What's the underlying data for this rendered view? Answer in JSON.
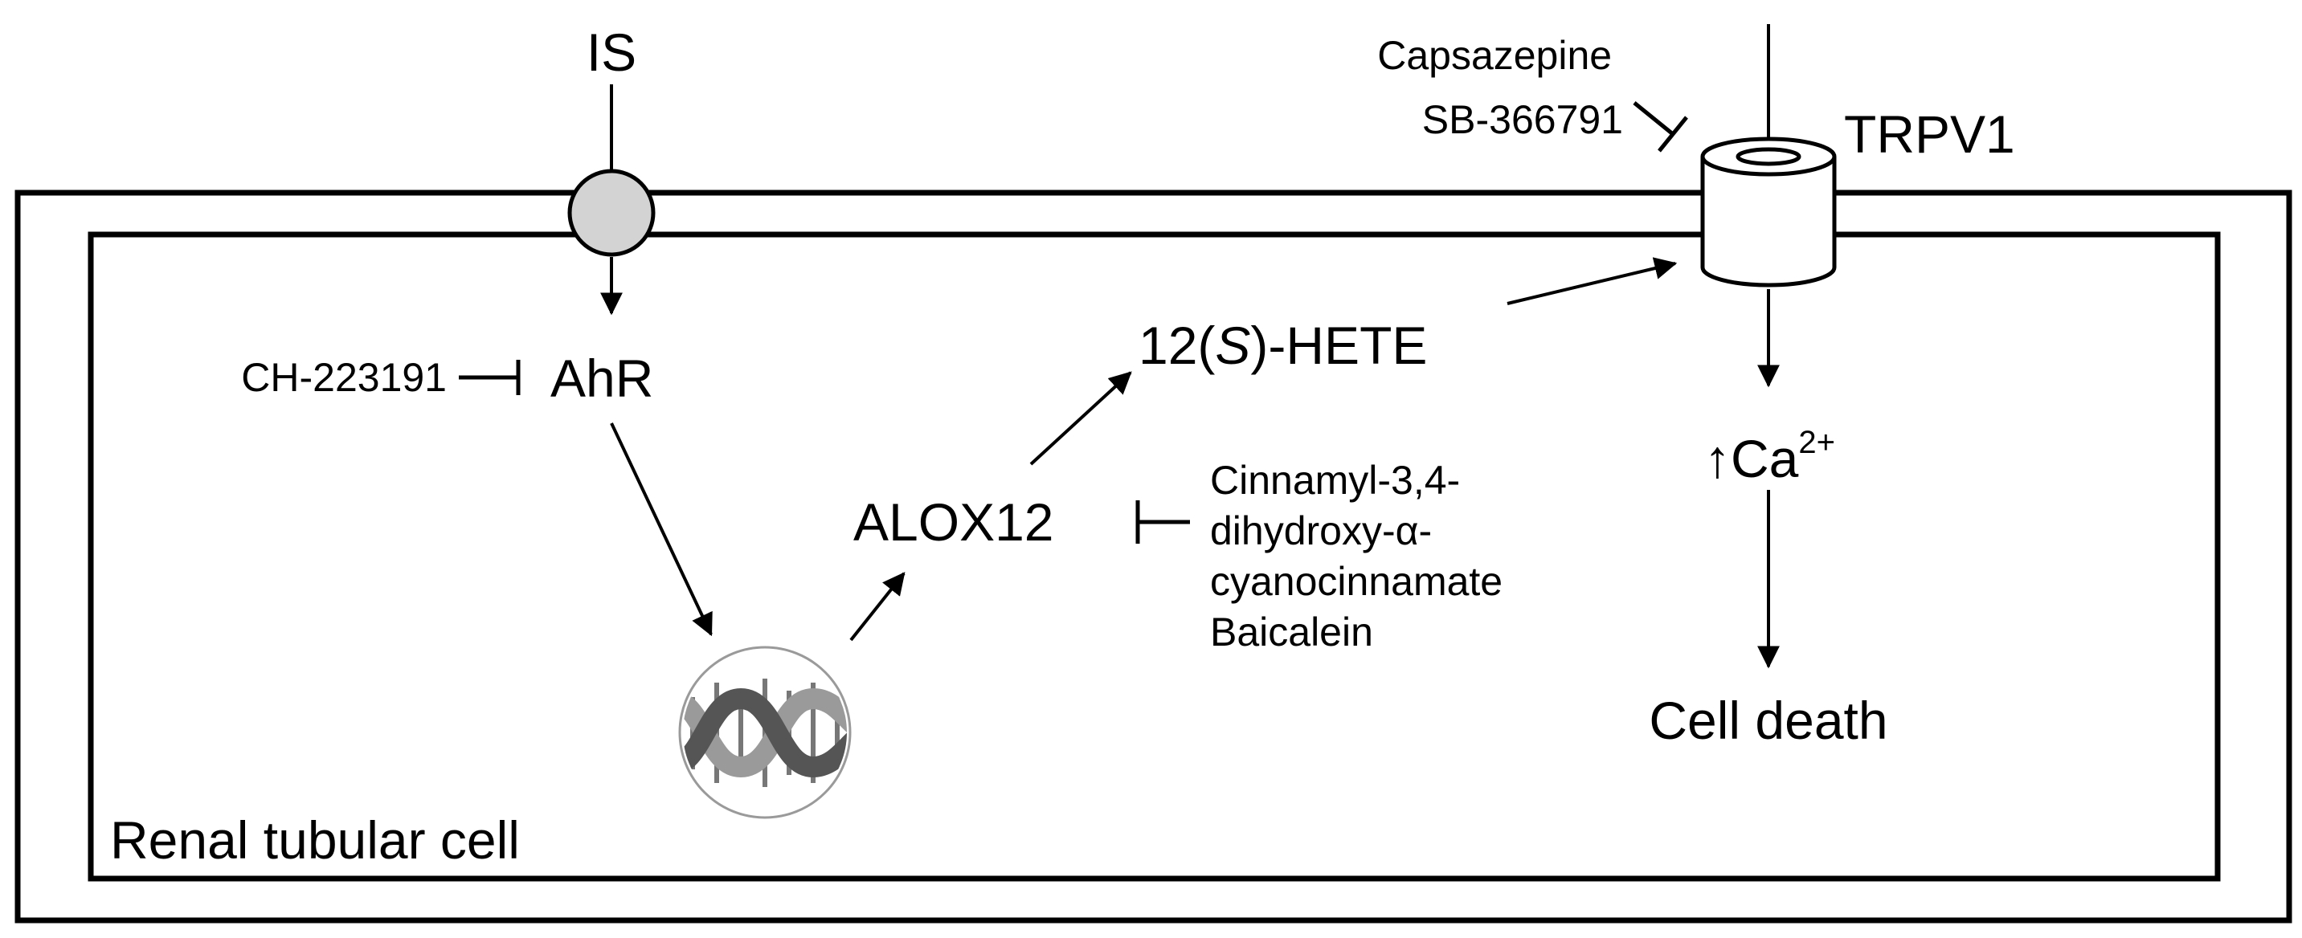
{
  "colors": {
    "ink": "#000000",
    "transporter_fill": "#d3d3d3",
    "dna_dark": "#555555",
    "dna_light": "#9a9a9a"
  },
  "labels": {
    "is": "IS",
    "ahr": "AhR",
    "ahr_inhibitor": "CH-223191",
    "cell_name": "Renal tubular cell",
    "alox12": "ALOX12",
    "alox12_inhibitor_lines": [
      "Cinnamyl-3,4-",
      "dihydroxy-α-",
      "cyanocinnamate",
      "Baicalein"
    ],
    "hete_prefix": "12(",
    "hete_italic": "S",
    "hete_suffix": ")-HETE",
    "trpv1": "TRPV1",
    "trpv1_inhibitors": [
      "Capsazepine",
      "SB-366791"
    ],
    "calcium_prefix": "↑Ca",
    "calcium_superscript": "2+",
    "cell_death": "Cell death"
  },
  "icons": {
    "transporter": "grey-circle-transporter-icon",
    "channel": "cylinder-channel-icon",
    "dna": "dna-double-helix-icon"
  }
}
